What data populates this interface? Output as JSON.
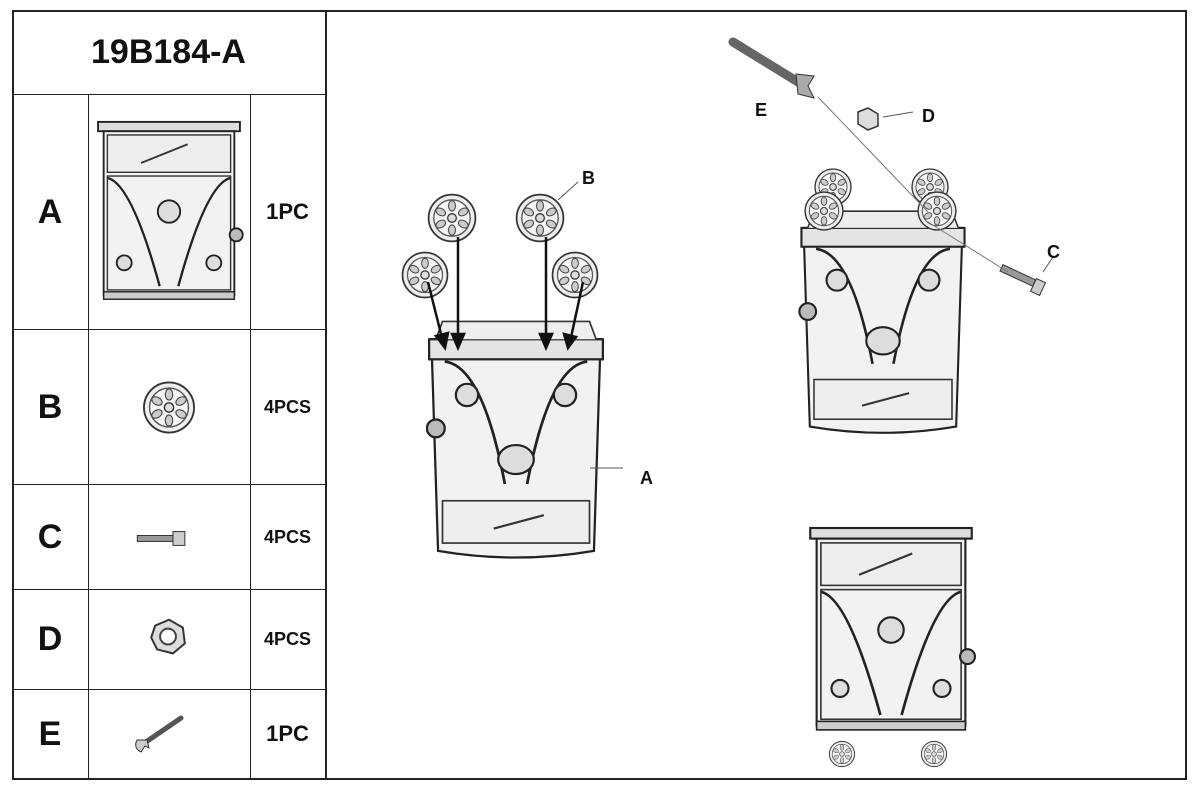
{
  "model": "19B184-A",
  "parts": [
    {
      "letter": "A",
      "qty": "1PC",
      "icon": "cabinet"
    },
    {
      "letter": "B",
      "qty": "4PCS",
      "icon": "wheel"
    },
    {
      "letter": "C",
      "qty": "4PCS",
      "icon": "bolt"
    },
    {
      "letter": "D",
      "qty": "4PCS",
      "icon": "hex-nut"
    },
    {
      "letter": "E",
      "qty": "1PC",
      "icon": "wrench"
    }
  ],
  "callouts": {
    "a": "A",
    "b": "B",
    "c": "C",
    "d": "D",
    "e": "E"
  }
}
